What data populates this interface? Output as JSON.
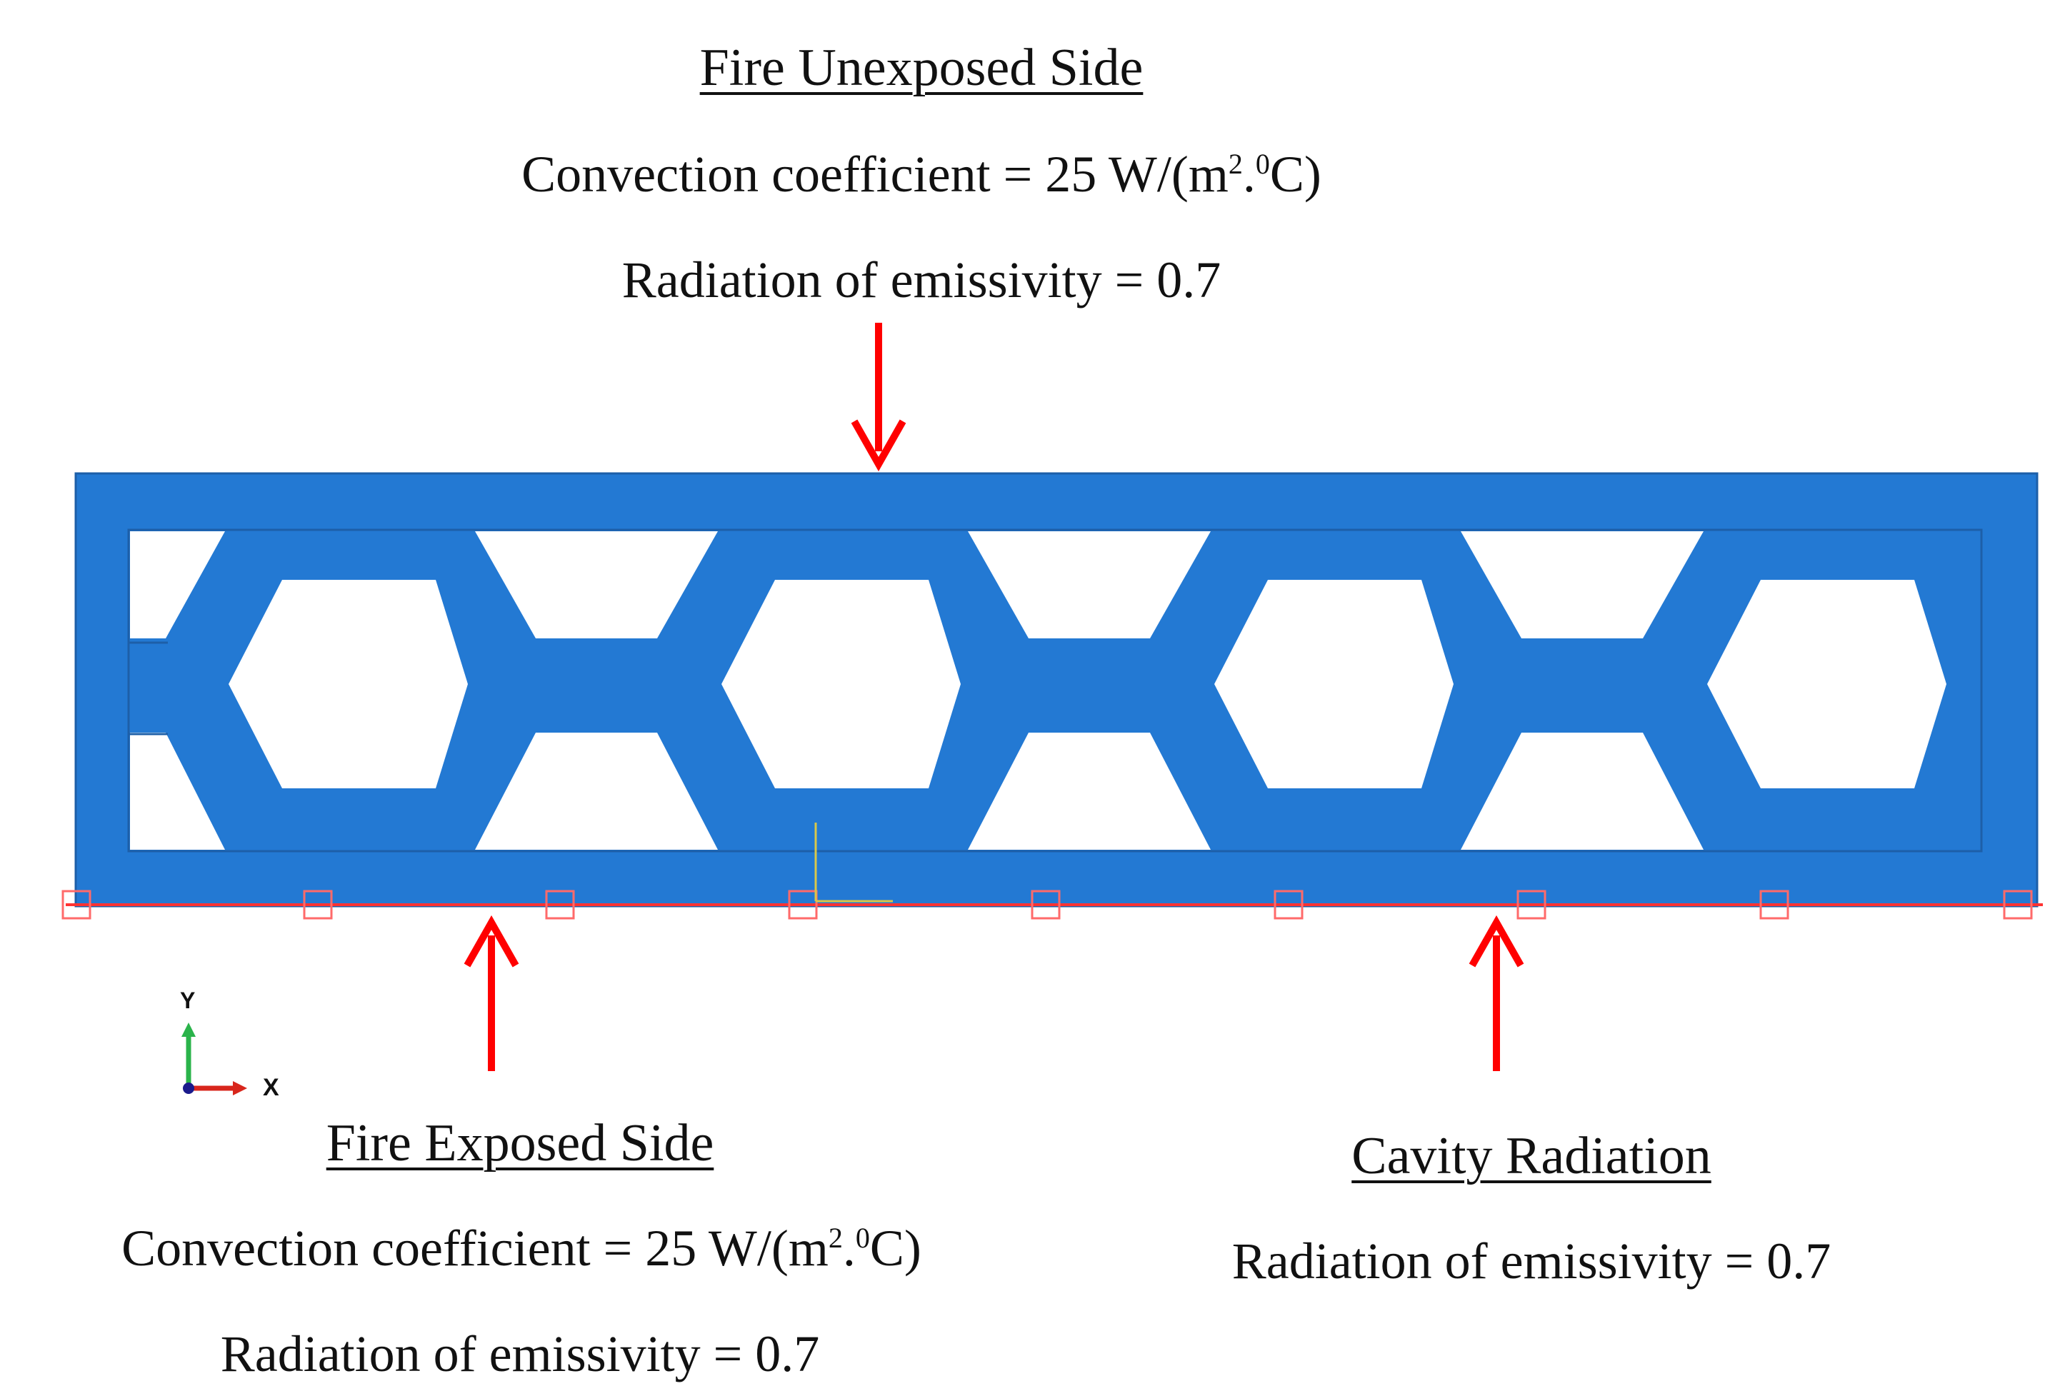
{
  "top": {
    "heading": "Fire Unexposed Side",
    "convection_label": "Convection coefficient = 25 W/(m",
    "convection_sup1": "2",
    "convection_dot": ".",
    "convection_sup2": "0",
    "convection_unit_end": "C)",
    "radiation": "Radiation of emissivity = 0.7"
  },
  "bottom_left": {
    "heading": "Fire Exposed Side",
    "convection_label": "Convection coefficient = 25 W/(m",
    "convection_sup1": "2",
    "convection_dot": ".",
    "convection_sup2": "0",
    "convection_unit_end": "C)",
    "radiation": "Radiation of emissivity = 0.7"
  },
  "bottom_right": {
    "heading": "Cavity Radiation",
    "radiation": "Radiation of emissivity = 0.7"
  },
  "triad": {
    "x_label": "X",
    "y_label": "Y"
  },
  "colors": {
    "section": "#2379d3",
    "section_edge": "#1d5fa8",
    "arrow": "#ff0000",
    "boundary": "#ff3333"
  }
}
